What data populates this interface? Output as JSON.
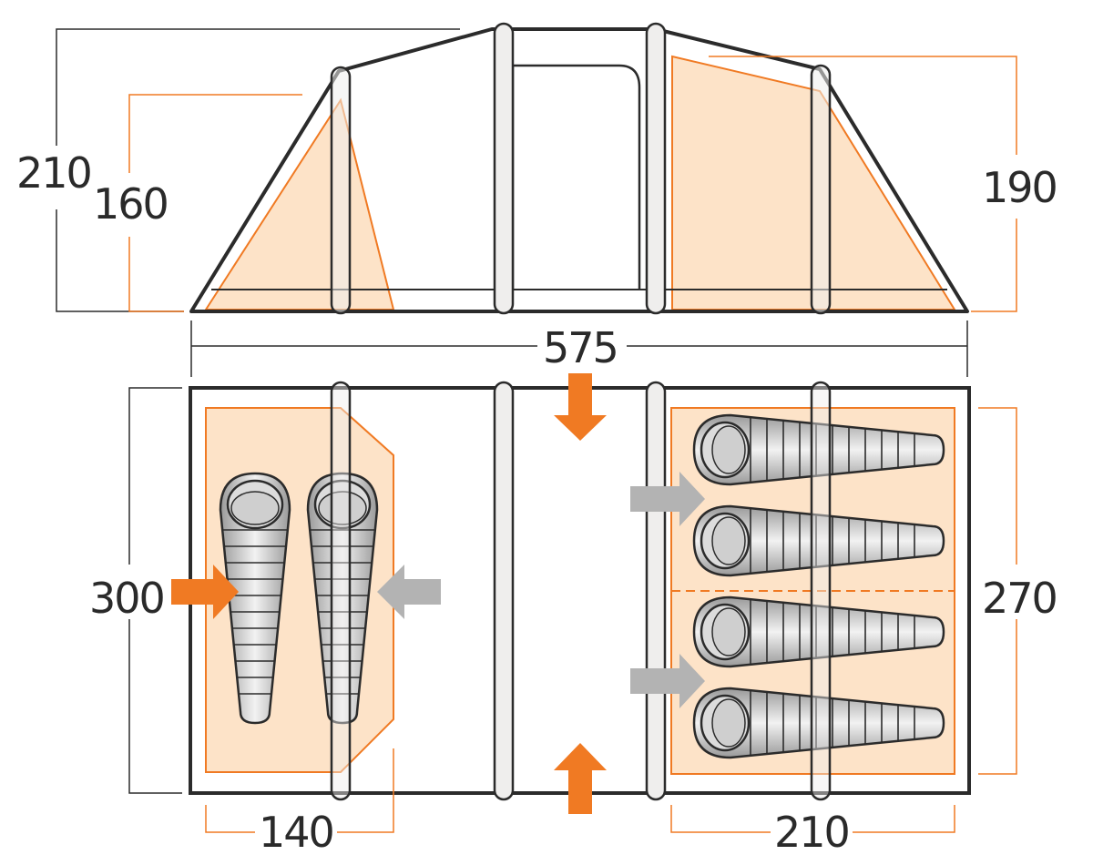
{
  "labels": {
    "height_peak": "210",
    "height_left_room": "160",
    "height_right_room": "190",
    "total_length": "575",
    "width_total": "300",
    "width_bedroom": "270",
    "left_bedroom_length": "140",
    "right_bedroom_length": "210"
  },
  "colors": {
    "outline": "#2b2b2b",
    "accent": "#f07a23",
    "accent_fill": "#fde3c8",
    "pole": "#efeeed",
    "arrow_gray": "#b3b3b3",
    "bag_fill": "#c9c9c9"
  }
}
